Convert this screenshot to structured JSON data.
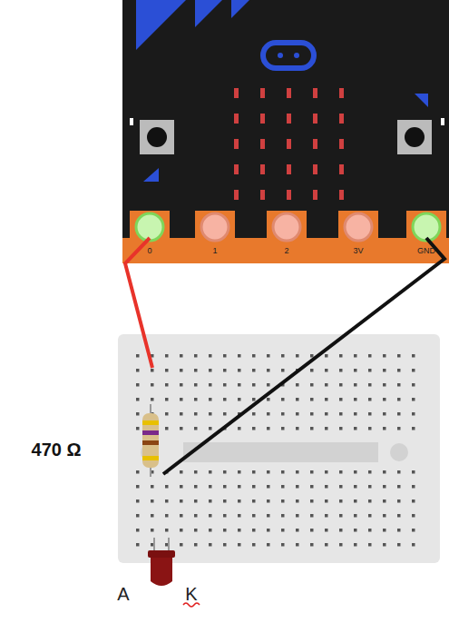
{
  "diagram": {
    "labels": [
      "0",
      "1",
      "2",
      "3V",
      "GND",
      "470 Ω",
      "A",
      "K"
    ]
  }
}
